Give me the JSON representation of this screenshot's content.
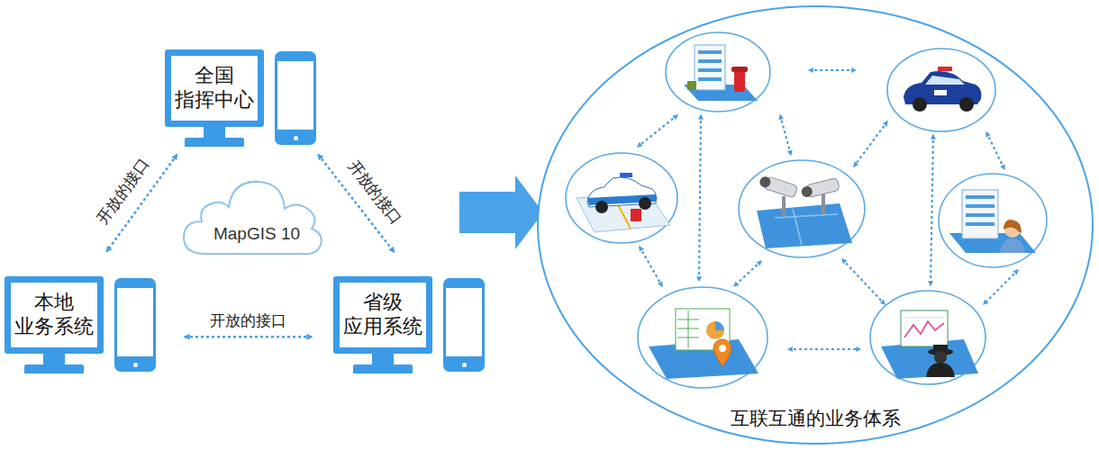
{
  "diagram": {
    "nodes": [
      {
        "text": [
          "全国 指挥中心"
        ]
      },
      {
        "text": [
          "MapGIS 10"
        ]
      },
      {
        "text": [
          "本地 业务系统"
        ]
      },
      {
        "text": [
          "省级 应用系统"
        ]
      },
      {
        "text": [
          "互联互通的业务体系"
        ]
      }
    ],
    "edges": [
      {
        "from": 0,
        "to": 2,
        "label": "开放的接口",
        "arrow": "both"
      },
      {
        "from": 0,
        "to": 3,
        "label": "开放的接口",
        "arrow": "both"
      },
      {
        "from": 2,
        "to": 3,
        "label": "开放的接口",
        "arrow": "both"
      }
    ]
  }
}
